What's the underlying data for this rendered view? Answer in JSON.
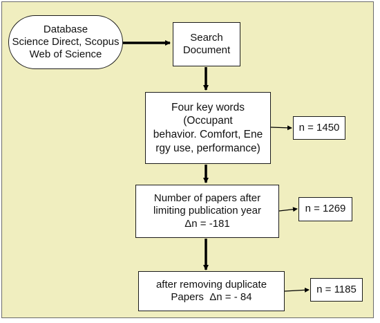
{
  "nodes": {
    "database": {
      "lines": [
        "Database",
        "Science Direct, Scopus",
        "Web of Science"
      ]
    },
    "search": {
      "lines": [
        "Search",
        "Document"
      ]
    },
    "keywords": {
      "lines": [
        "Four key words",
        "(Occupant",
        "behavior. Comfort, Ene",
        "rgy use, performance)"
      ]
    },
    "limit": {
      "lines": [
        "Number of papers after",
        "limiting publication year",
        "Δn = -181"
      ]
    },
    "dedupe": {
      "lines": [
        "after removing duplicate",
        "Papers  Δn = - 84"
      ]
    },
    "n1": {
      "label": "n = 1450"
    },
    "n2": {
      "label": "n = 1269"
    },
    "n3": {
      "label": "n = 1185"
    }
  },
  "colors": {
    "background": "#f0eebf",
    "box": "#ffffff",
    "stroke": "#000000"
  }
}
